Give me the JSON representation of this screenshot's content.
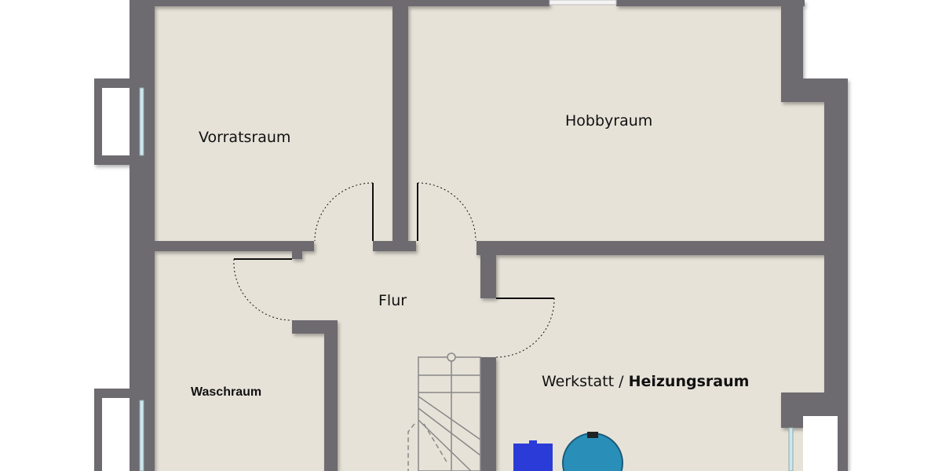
{
  "rooms": {
    "vorratsraum": "Vorratsraum",
    "hobbyraum": "Hobbyraum",
    "flur": "Flur",
    "waschraum": "Waschraum",
    "werkstatt_part1": "Werkstatt /",
    "werkstatt_part2": "Heizungsraum"
  },
  "colors": {
    "wall": "#6d6b70",
    "floor": "#e7e2d8",
    "tank_blue": "#2b3bd8",
    "boiler_teal": "#2a8fb8"
  }
}
